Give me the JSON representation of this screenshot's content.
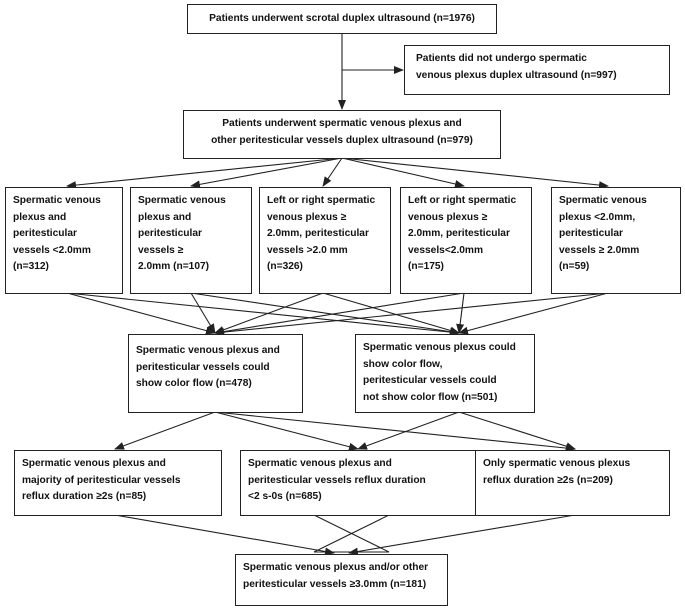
{
  "flowchart": {
    "top": "Patients underwent scrotal duplex ultrasound (n=1976)",
    "excluded": "Patients did not undergo spermatic\nvenous plexus duplex ultrasound (n=997)",
    "level2": "Patients underwent spermatic venous plexus and\nother peritesticular vessels duplex ultrasound (n=979)",
    "groups": [
      "Spermatic venous\nplexus and\nperitesticular\nvessels <2.0mm\n(n=312)",
      "Spermatic venous\nplexus and\nperitesticular\nvessels ≥\n2.0mm (n=107)",
      "Left or right spermatic\nvenous plexus ≥\n2.0mm, peritesticular\nvessels >2.0 mm\n(n=326)",
      "Left or right spermatic\nvenous plexus ≥\n2.0mm, peritesticular\nvessels<2.0mm\n(n=175)",
      "Spermatic venous\nplexus <2.0mm,\nperitesticular\nvessels ≥ 2.0mm\n(n=59)"
    ],
    "flow": [
      "Spermatic venous plexus and\nperitesticular vessels could\nshow color flow (n=478)",
      "Spermatic venous plexus could\nshow color flow,\nperitesticular vessels could\nnot show color flow (n=501)"
    ],
    "reflux": [
      "Spermatic venous plexus and\nmajority of peritesticular vessels\nreflux duration ≥2s (n=85)",
      "Spermatic venous plexus and\nperitesticular vessels reflux duration\n<2 s-0s (n=685)",
      "Only spermatic venous plexus\nreflux duration ≥2s (n=209)"
    ],
    "final": "Spermatic venous plexus and/or other\nperitesticular vessels ≥3.0mm (n=181)"
  }
}
